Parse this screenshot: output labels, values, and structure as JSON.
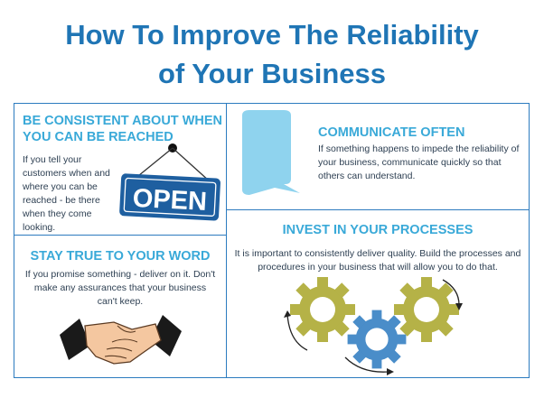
{
  "title": {
    "line1": "How To Improve The Reliability",
    "line2": "of Your Business"
  },
  "sections": {
    "consistent": {
      "heading": "BE CONSISTENT ABOUT WHEN YOU CAN BE REACHED",
      "body": "If you tell your customers when and where you can be reached - be there when they come looking.",
      "sign_text": "OPEN"
    },
    "communicate": {
      "heading": "COMMUNICATE OFTEN",
      "body": "If something happens to impede the reliability of your business, communicate quickly so that others can understand."
    },
    "invest": {
      "heading": "INVEST IN YOUR PROCESSES",
      "body": "It is important to consistently deliver quality. Build the processes and procedures in your business that will allow you to do that."
    },
    "true_word": {
      "heading": "STAY TRUE TO YOUR WORD",
      "body": "If you promise something - deliver on it. Don't make any assurances that your business can't keep."
    }
  },
  "colors": {
    "title": "#1f75b5",
    "heading": "#39a9d8",
    "border": "#2c7bbf",
    "sign": "#1e5fa0",
    "bubble": "#8fd3ee",
    "gear_olive": "#b5b247",
    "gear_blue": "#4a8dc9"
  },
  "icons": [
    "open-sign-icon",
    "speech-bubble-icon",
    "gears-icon",
    "handshake-icon"
  ]
}
